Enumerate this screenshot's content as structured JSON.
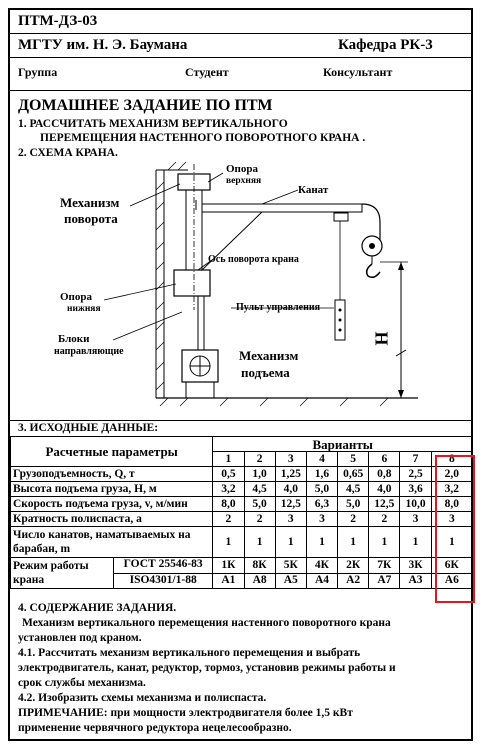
{
  "header": {
    "code": "ПТМ-ДЗ-03",
    "university": "МГТУ им. Н. Э. Баумана",
    "department": "Кафедра РК-3",
    "group": "Группа",
    "student": "Студент",
    "consultant": "Консультант"
  },
  "title": "ДОМАШНЕЕ ЗАДАНИЕ ПО ПТМ",
  "task1_line1": "1. РАССЧИТАТЬ МЕХАНИЗМ ВЕРТИКАЛЬНОГО",
  "task1_line2": "ПЕРЕМЕЩЕНИЯ НАСТЕННОГО  ПОВОРОТНОГО КРАНА .",
  "task2": "2. СХЕМА КРАНА.",
  "diagram": {
    "upper_support_1": "Опора",
    "upper_support_2": "верхняя",
    "cable": "Канат",
    "rotation_mech_1": "Механизм",
    "rotation_mech_2": "поворота",
    "rotation_axis": "Ось поворота крана",
    "lower_support_1": "Опора",
    "lower_support_2": "нижняя",
    "control_panel": "Пульт управления",
    "guide_blocks_1": "Блоки",
    "guide_blocks_2": "направляющие",
    "lifting_mech_1": "Механизм",
    "lifting_mech_2": "подъема",
    "height_label": "Н"
  },
  "task3": "3. ИСХОДНЫЕ ДАННЫЕ:",
  "table": {
    "param_header": "Расчетные параметры",
    "variants_header": "Варианты",
    "variants": [
      "1",
      "2",
      "3",
      "4",
      "5",
      "6",
      "7",
      "8"
    ],
    "rows": [
      {
        "label": "Грузоподъемность, Q, т",
        "values": [
          "0,5",
          "1,0",
          "1,25",
          "1,6",
          "0,65",
          "0,8",
          "2,5",
          "2,0"
        ]
      },
      {
        "label": "Высота подъема груза, Н, м",
        "values": [
          "3,2",
          "4,5",
          "4,0",
          "5,0",
          "4,5",
          "4,0",
          "3,6",
          "3,2"
        ]
      },
      {
        "label": "Скорость подъема груза, v, м/мин",
        "values": [
          "8,0",
          "5,0",
          "12,5",
          "6,3",
          "5,0",
          "12,5",
          "10,0",
          "8,0"
        ]
      },
      {
        "label": "Кратность полиспаста, а",
        "values": [
          "2",
          "2",
          "3",
          "3",
          "2",
          "2",
          "3",
          "3"
        ]
      },
      {
        "label": "Число канатов, наматываемых на барабан, m",
        "values": [
          "1",
          "1",
          "1",
          "1",
          "1",
          "1",
          "1",
          "1"
        ]
      }
    ],
    "mode_label": "Режим работы крана",
    "gost1": "ГОСТ 25546-83",
    "gost2": "ISO4301/1-88",
    "mode_gost": [
      "1К",
      "8К",
      "5К",
      "4К",
      "2К",
      "7К",
      "3К",
      "6К"
    ],
    "mode_iso": [
      "А1",
      "А8",
      "А5",
      "А4",
      "А2",
      "А7",
      "А3",
      "А6"
    ]
  },
  "task4": "4. СОДЕРЖАНИЕ ЗАДАНИЯ.",
  "content_p1_1": "Механизм вертикального перемещения  настенного поворотного крана",
  "content_p1_2": "установлен под краном.",
  "content_p2_1": "4.1. Рассчитать механизм вертикального перемещения и выбрать",
  "content_p2_2": "электродвигатель, канат, редуктор, тормоз, установив режимы работы и",
  "content_p2_3": "срок службы механизма.",
  "content_p3": "4.2. Изобразить схемы механизма и полиспаста.",
  "note_1": "ПРИМЕЧАНИЕ:  при мощности электродвигателя более 1,5 кВт",
  "note_2": "применение червячного редуктора нецелесообразно.",
  "colors": {
    "highlight": "#e8141e"
  }
}
